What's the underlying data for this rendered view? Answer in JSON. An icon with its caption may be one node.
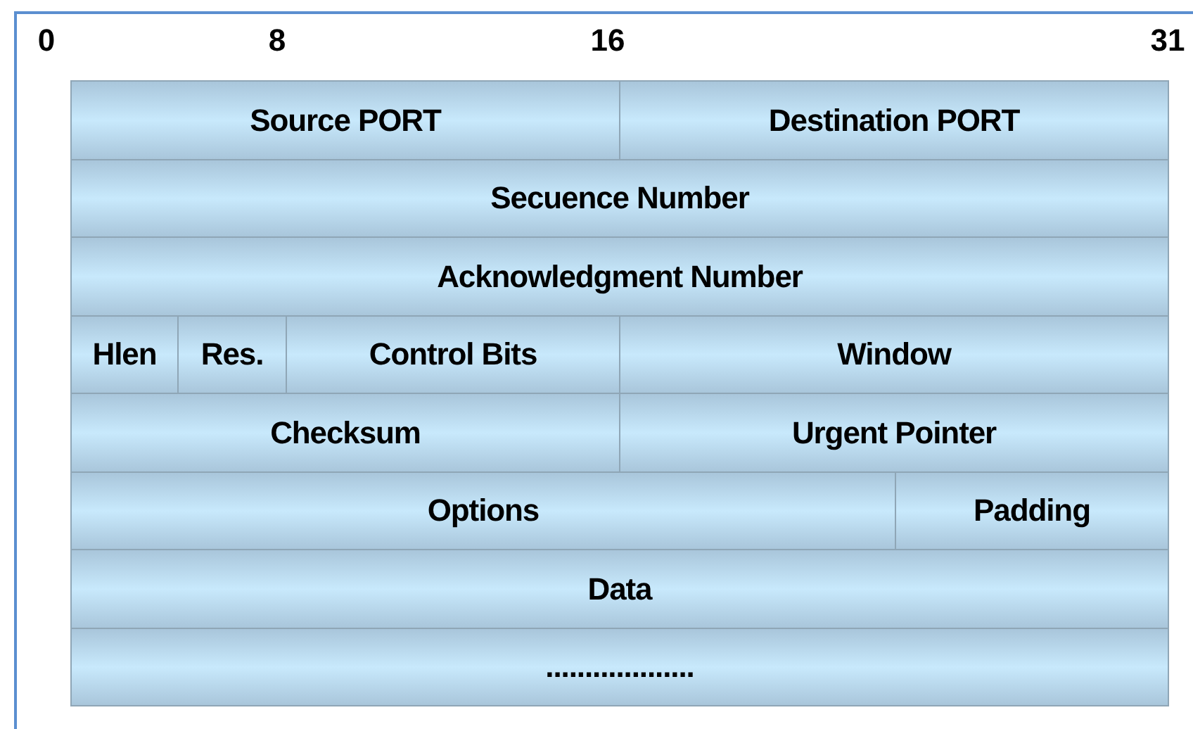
{
  "diagram": {
    "nodes": [
      {
        "text": [
          "Source PORT"
        ]
      },
      {
        "text": [
          "Destination PORT"
        ]
      },
      {
        "text": [
          "Secuence Number"
        ]
      },
      {
        "text": [
          "Acknowledgment Number"
        ]
      },
      {
        "text": [
          "Hlen"
        ]
      },
      {
        "text": [
          "Res."
        ]
      },
      {
        "text": [
          "Control Bits"
        ]
      },
      {
        "text": [
          "Window"
        ]
      },
      {
        "text": [
          "Checksum"
        ]
      },
      {
        "text": [
          "Urgent Pointer"
        ]
      },
      {
        "text": [
          "Options"
        ]
      },
      {
        "text": [
          "Padding"
        ]
      },
      {
        "text": [
          "Data"
        ]
      },
      {
        "text": [
          "..................."
        ]
      }
    ],
    "labels": [
      "0",
      "8",
      "16",
      "31"
    ]
  }
}
